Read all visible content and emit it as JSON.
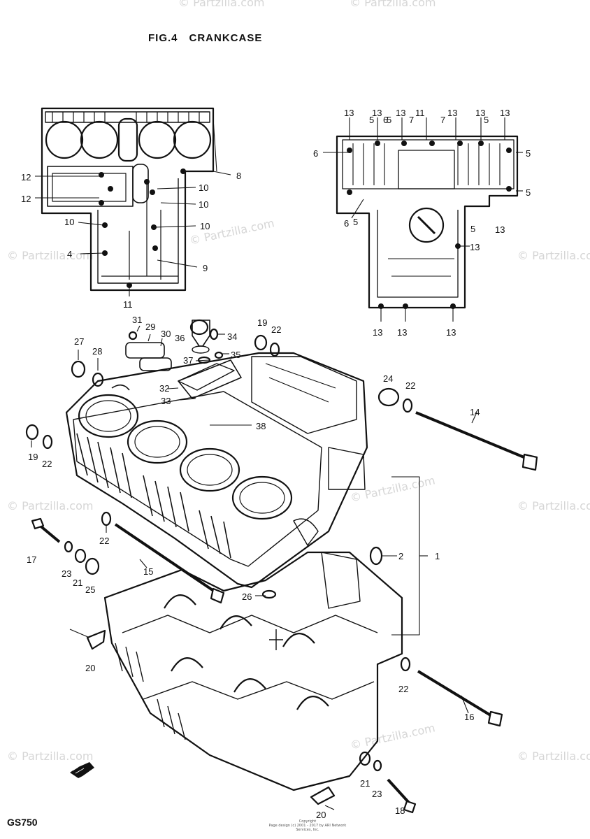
{
  "figure": {
    "number": "FIG.4",
    "title": "CRANKCASE"
  },
  "model": "GS750",
  "watermark": "© Partzilla.com",
  "copyright_lines": [
    "Copyright",
    "Page design (c) 2001 - 2017 by ARI Network Services, Inc."
  ],
  "callouts": [
    "1",
    "2",
    "4",
    "5",
    "6",
    "7",
    "8",
    "9",
    "10",
    "11",
    "12",
    "13",
    "14",
    "15",
    "16",
    "17",
    "18",
    "19",
    "20",
    "21",
    "22",
    "23",
    "24",
    "25",
    "26",
    "27",
    "28",
    "29",
    "30",
    "31",
    "32",
    "33",
    "34",
    "35",
    "36",
    "37",
    "38"
  ],
  "icons": [
    "front-arrow-icon"
  ]
}
